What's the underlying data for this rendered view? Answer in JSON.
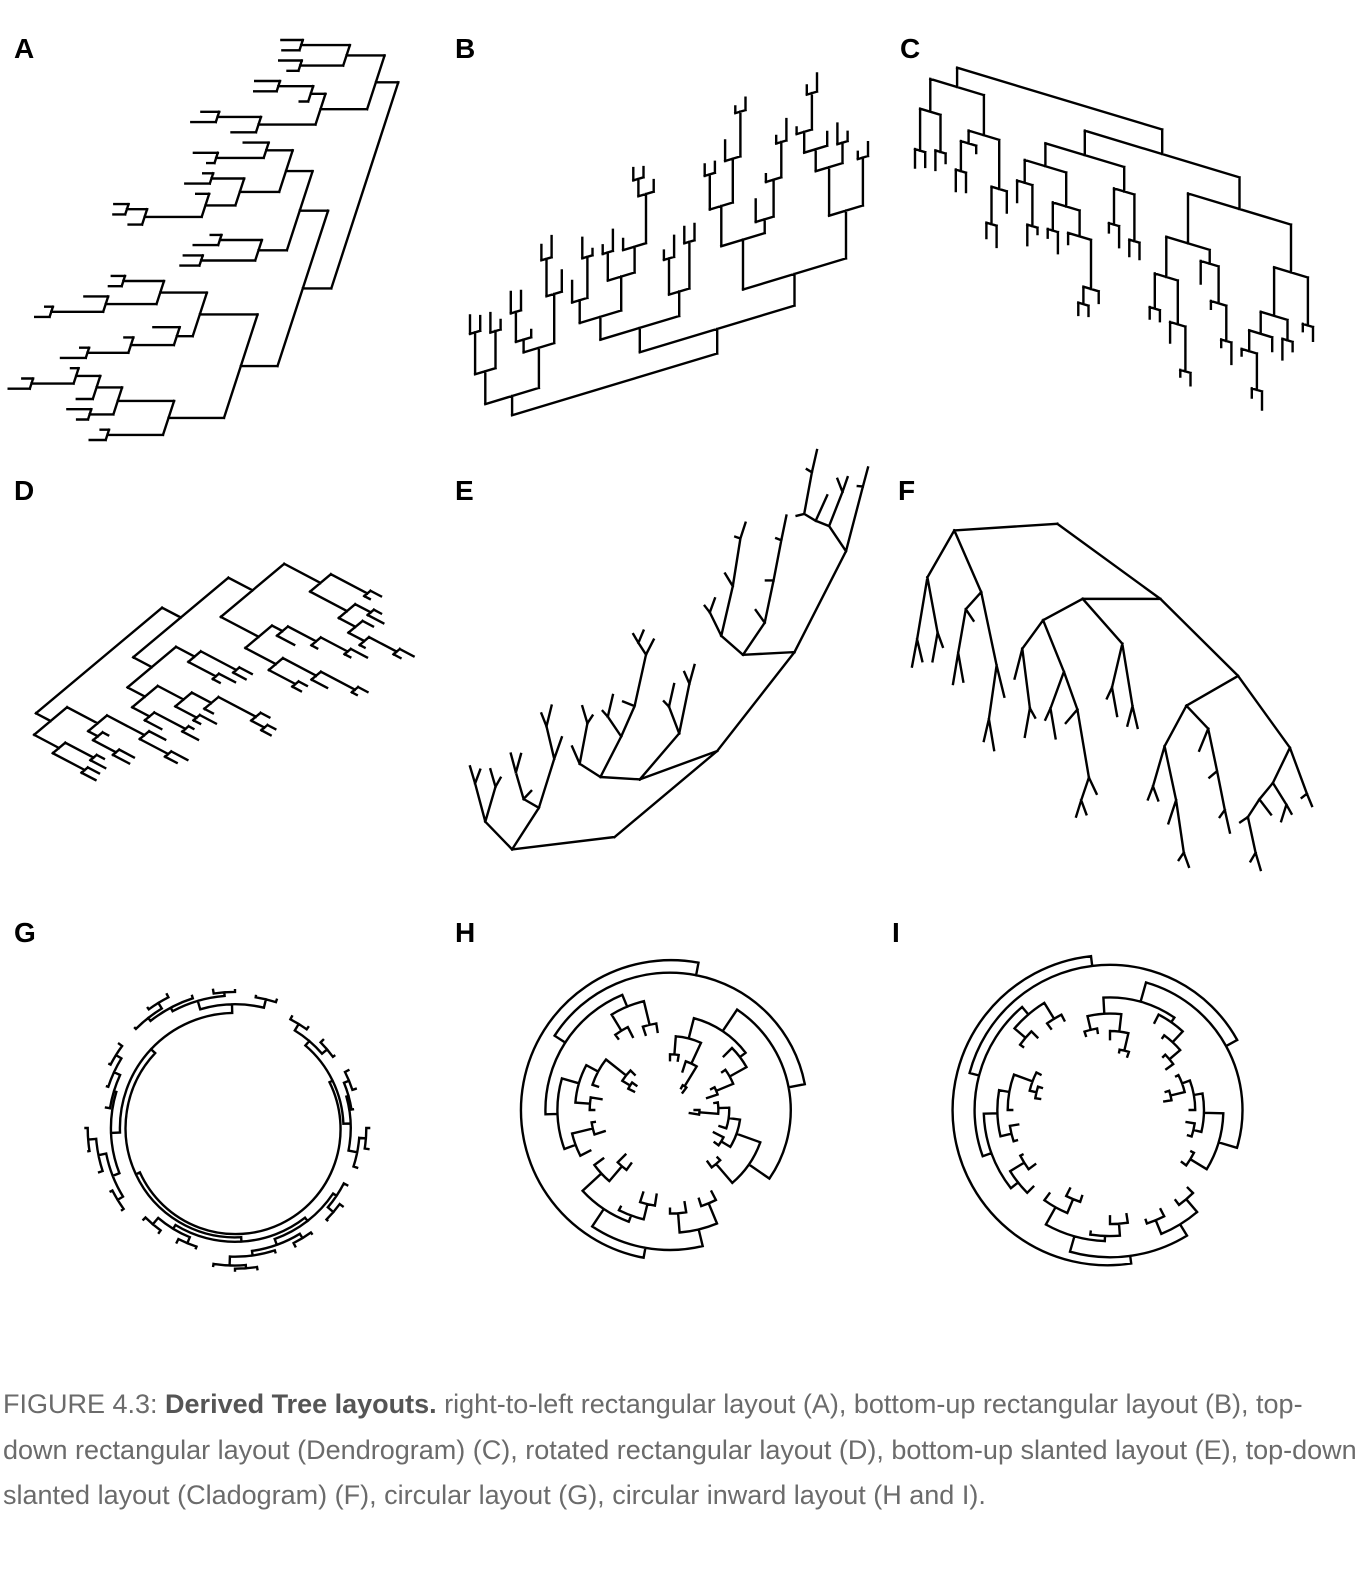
{
  "figure": {
    "panels": [
      {
        "id": "A",
        "label": "A",
        "layout": "rectangular",
        "orientation": "right-to-left"
      },
      {
        "id": "B",
        "label": "B",
        "layout": "rectangular",
        "orientation": "bottom-up"
      },
      {
        "id": "C",
        "label": "C",
        "layout": "rectangular",
        "orientation": "top-down"
      },
      {
        "id": "D",
        "label": "D",
        "layout": "rectangular",
        "orientation": "rotated"
      },
      {
        "id": "E",
        "label": "E",
        "layout": "slanted",
        "orientation": "bottom-up"
      },
      {
        "id": "F",
        "label": "F",
        "layout": "slanted",
        "orientation": "top-down"
      },
      {
        "id": "G",
        "label": "G",
        "layout": "circular",
        "orientation": "outward"
      },
      {
        "id": "H",
        "label": "H",
        "layout": "circular",
        "orientation": "inward"
      },
      {
        "id": "I",
        "label": "I",
        "layout": "circular",
        "orientation": "inward"
      }
    ]
  },
  "caption": {
    "prefix": "FIGURE 4.3: ",
    "title": "Derived Tree layouts.",
    "text": " right-to-left rectangular layout (A), bottom-up rectangular layout (B), top-down rectangular layout (Dendrogram) (C), rotated rectangular layout (D), bottom-up slanted layout (E), top-down slanted layout (Cladogram) (F), circular layout (G), circular inward layout (H and I)."
  }
}
